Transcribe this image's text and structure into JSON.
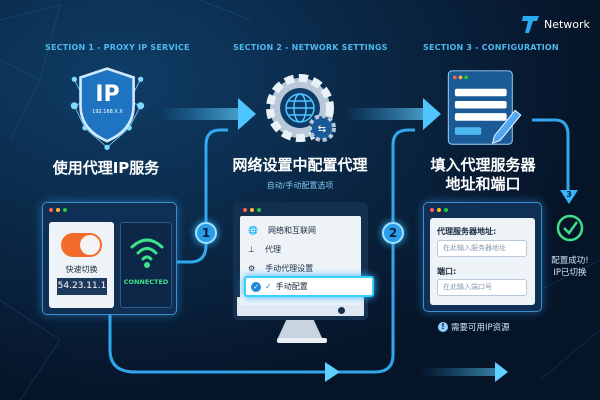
{
  "brand": {
    "name": "Network"
  },
  "sections": [
    {
      "label": "SECTION 1 - PROXY IP SERVICE",
      "title": "使用代理IP服务",
      "shield_text": "IP",
      "shield_ip": "192.168.X.X"
    },
    {
      "label": "SECTION 2 - NETWORK SETTINGS",
      "title": "网络设置中配置代理",
      "subtitle": "自动/手动配置选项"
    },
    {
      "label": "SECTION 3 - CONFIGURATION",
      "title_line1": "填入代理服务器",
      "title_line2": "地址和端口"
    }
  ],
  "panel1": {
    "toggle_label": "快速切换",
    "ip": "54.23.11.1",
    "status": "CONNECTED"
  },
  "steps": [
    "1",
    "2",
    "3"
  ],
  "settings_menu": [
    {
      "icon": "globe-icon",
      "label": "网络和互联网"
    },
    {
      "icon": "network-tree-icon",
      "label": "代理"
    },
    {
      "icon": "gear-icon",
      "label": "手动代理设置"
    },
    {
      "icon": "check-circle-icon",
      "label": "手动配置"
    }
  ],
  "form": {
    "address_label": "代理服务器地址:",
    "address_placeholder": "在此输入服务器地址",
    "port_label": "端口:",
    "port_placeholder": "在此输入端口号"
  },
  "note": "需要可用IP资源",
  "success": {
    "line1": "配置成功!",
    "line2": "IP已切换"
  },
  "colors": {
    "accent": "#36b6ff",
    "success": "#3ee08a",
    "toggle": "#f26b2a",
    "background": "#071830"
  }
}
